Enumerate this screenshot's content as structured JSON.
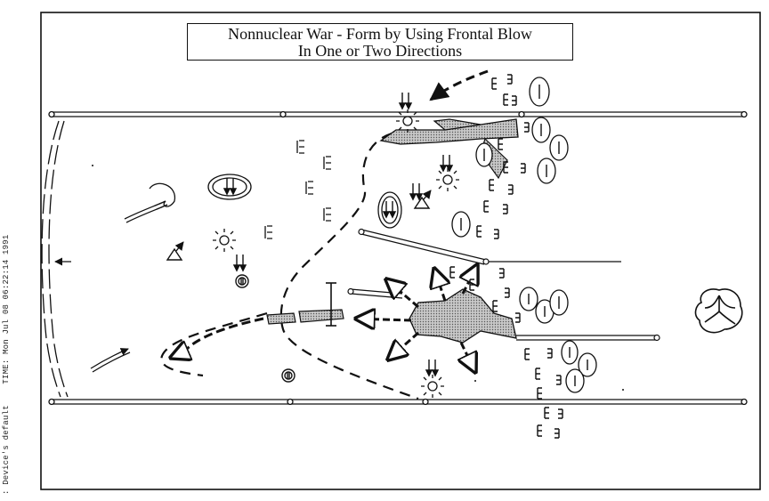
{
  "title": {
    "line1": "Nonnuclear War - Form by  Using Frontal Blow",
    "line2": "In One or Two Directions"
  },
  "side_stamp": {
    "device": ": Device's default",
    "time": "TIME: Mon Jul 08 06:22:14 1991"
  },
  "colors": {
    "ink": "#111111",
    "hatch_fill": "#bdbdbd",
    "paper": "#ffffff"
  },
  "icons": [
    "crossed-axes-icon",
    "double-arrow-down-icon",
    "sun-burst-icon",
    "triangle-flag-icon",
    "circle-target-icon",
    "unit-mark-icon",
    "comb-mark-icon",
    "oval-unit-icon"
  ]
}
